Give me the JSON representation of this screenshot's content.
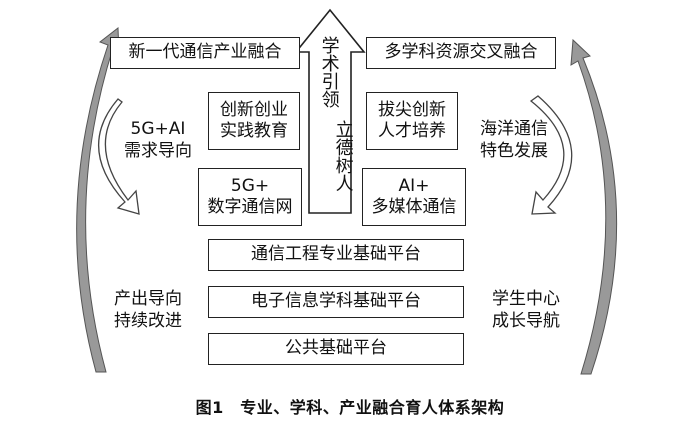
{
  "top_left": "新一代通信产业融合",
  "top_right": "多学科资源交叉融合",
  "center_arrow_text_1": "学术引领",
  "center_arrow_text_2": "立德树人",
  "innovation_practice": [
    "创新创业",
    "实践教育"
  ],
  "top_talent": [
    "拔尖创新",
    "人才培养"
  ],
  "digital_network": [
    "5G+",
    "数字通信网"
  ],
  "multimedia": [
    "AI+",
    "多媒体通信"
  ],
  "left_upper_label": [
    "5G+AI",
    "需求导向"
  ],
  "right_upper_label": [
    "海洋通信",
    "特色发展"
  ],
  "left_lower_label": [
    "产出导向",
    "持续改进"
  ],
  "right_lower_label": [
    "学生中心",
    "成长导航"
  ],
  "platforms": [
    "通信工程专业基础平台",
    "电子信息学科基础平台",
    "公共基础平台"
  ],
  "caption": "图1　专业、学科、产业融合育人体系架构"
}
